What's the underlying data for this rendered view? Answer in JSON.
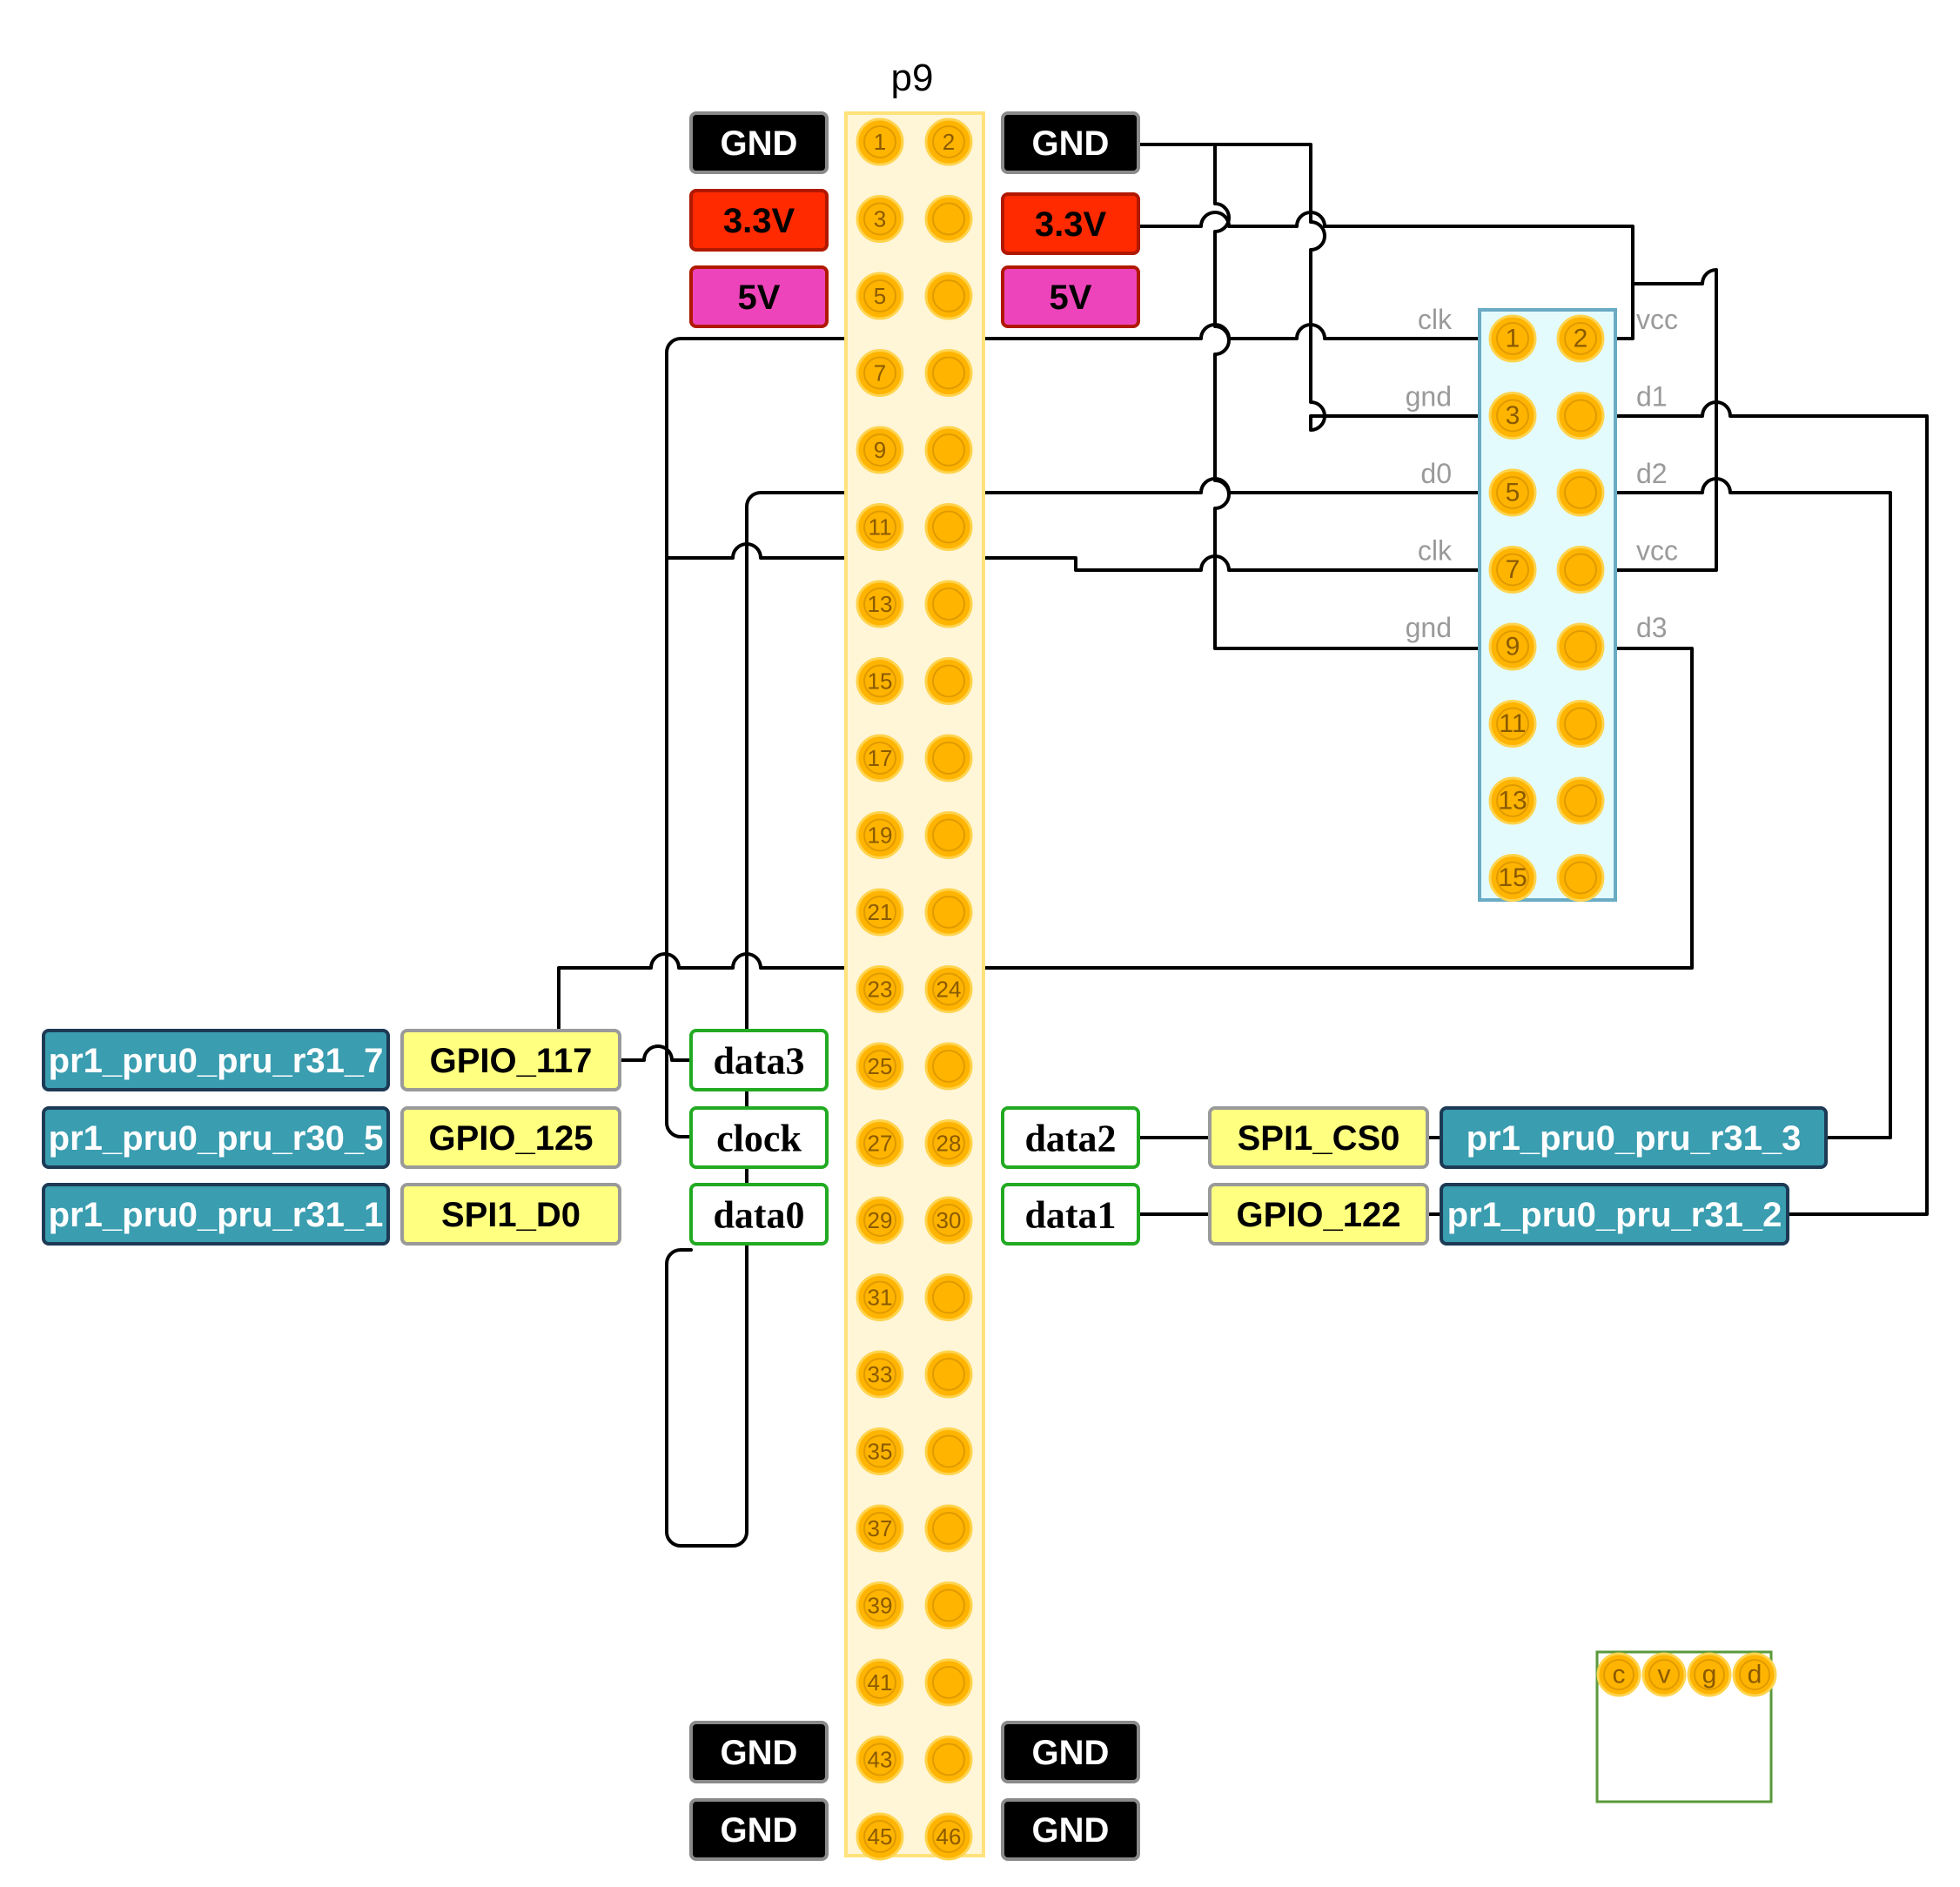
{
  "header": {
    "title": "p9"
  },
  "colors": {
    "gnd": "#000000",
    "v33": "#ff2a00",
    "v5": "#ee44bb",
    "gpio": "#ffff80",
    "pru": "#3a9db0",
    "data_border": "#22aa22",
    "header_fill": "#fff6d8",
    "header_border": "#ffe27a",
    "pin": "#ffb400",
    "module_fill": "#e4fbfe",
    "module_border": "#6aabc4"
  },
  "p9_odd_labels": [
    "1",
    "3",
    "5",
    "7",
    "9",
    "11",
    "13",
    "15",
    "17",
    "19",
    "21",
    "23",
    "25",
    "27",
    "29",
    "31",
    "33",
    "35",
    "37",
    "39",
    "41",
    "43",
    "45"
  ],
  "p9_even_labels": [
    "2",
    "",
    "",
    "",
    "",
    "",
    "",
    "",
    "",
    "",
    "",
    "24",
    "",
    "28",
    "30",
    "",
    "",
    "",
    "",
    "",
    "",
    "",
    "46"
  ],
  "power_labels": {
    "left": [
      "GND",
      "3.3V",
      "5V"
    ],
    "right": [
      "GND",
      "3.3V",
      "5V"
    ],
    "bottom_left": [
      "GND",
      "GND"
    ],
    "bottom_right": [
      "GND",
      "GND"
    ]
  },
  "left_rows": [
    {
      "pru": "pr1_pru0_pru_r31_7",
      "gpio": "GPIO_117",
      "data": "data3"
    },
    {
      "pru": "pr1_pru0_pru_r30_5",
      "gpio": "GPIO_125",
      "data": "clock"
    },
    {
      "pru": "pr1_pru0_pru_r31_1",
      "gpio": "SPI1_D0",
      "data": "data0"
    }
  ],
  "right_rows": [
    {
      "data": "data2",
      "gpio": "SPI1_CS0",
      "pru": "pr1_pru0_pru_r31_3"
    },
    {
      "data": "data1",
      "gpio": "GPIO_122",
      "pru": "pr1_pru0_pru_r31_2"
    }
  ],
  "module": {
    "left_pins": [
      "1",
      "3",
      "5",
      "7",
      "9",
      "11",
      "13",
      "15"
    ],
    "right_pins": [
      "2",
      "",
      "",
      "",
      "",
      "",
      "",
      ""
    ],
    "left_signals": [
      "clk",
      "gnd",
      "d0",
      "clk",
      "gnd"
    ],
    "right_signals": [
      "vcc",
      "d1",
      "d2",
      "vcc",
      "d3"
    ]
  },
  "small_connector": {
    "pins": [
      "c",
      "v",
      "g",
      "d"
    ]
  }
}
